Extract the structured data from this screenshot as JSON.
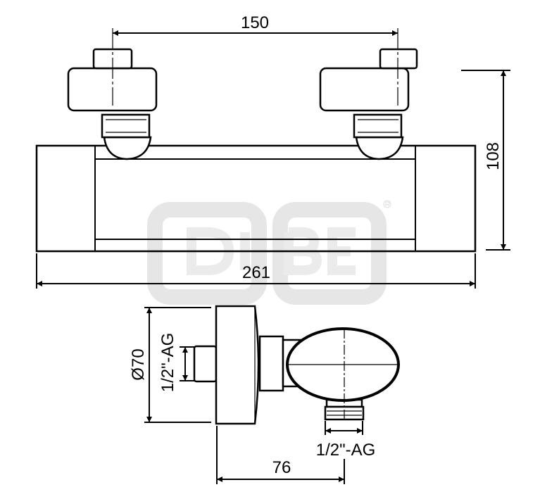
{
  "drawing": {
    "watermark": "DIBE",
    "dimensions": {
      "handle_spacing": "150",
      "height": "108",
      "overall_width": "261",
      "diameter": "Ø70",
      "inlet_thread": "1/2\"-AG",
      "outlet_thread": "1/2\"-AG",
      "depth": "76"
    }
  }
}
